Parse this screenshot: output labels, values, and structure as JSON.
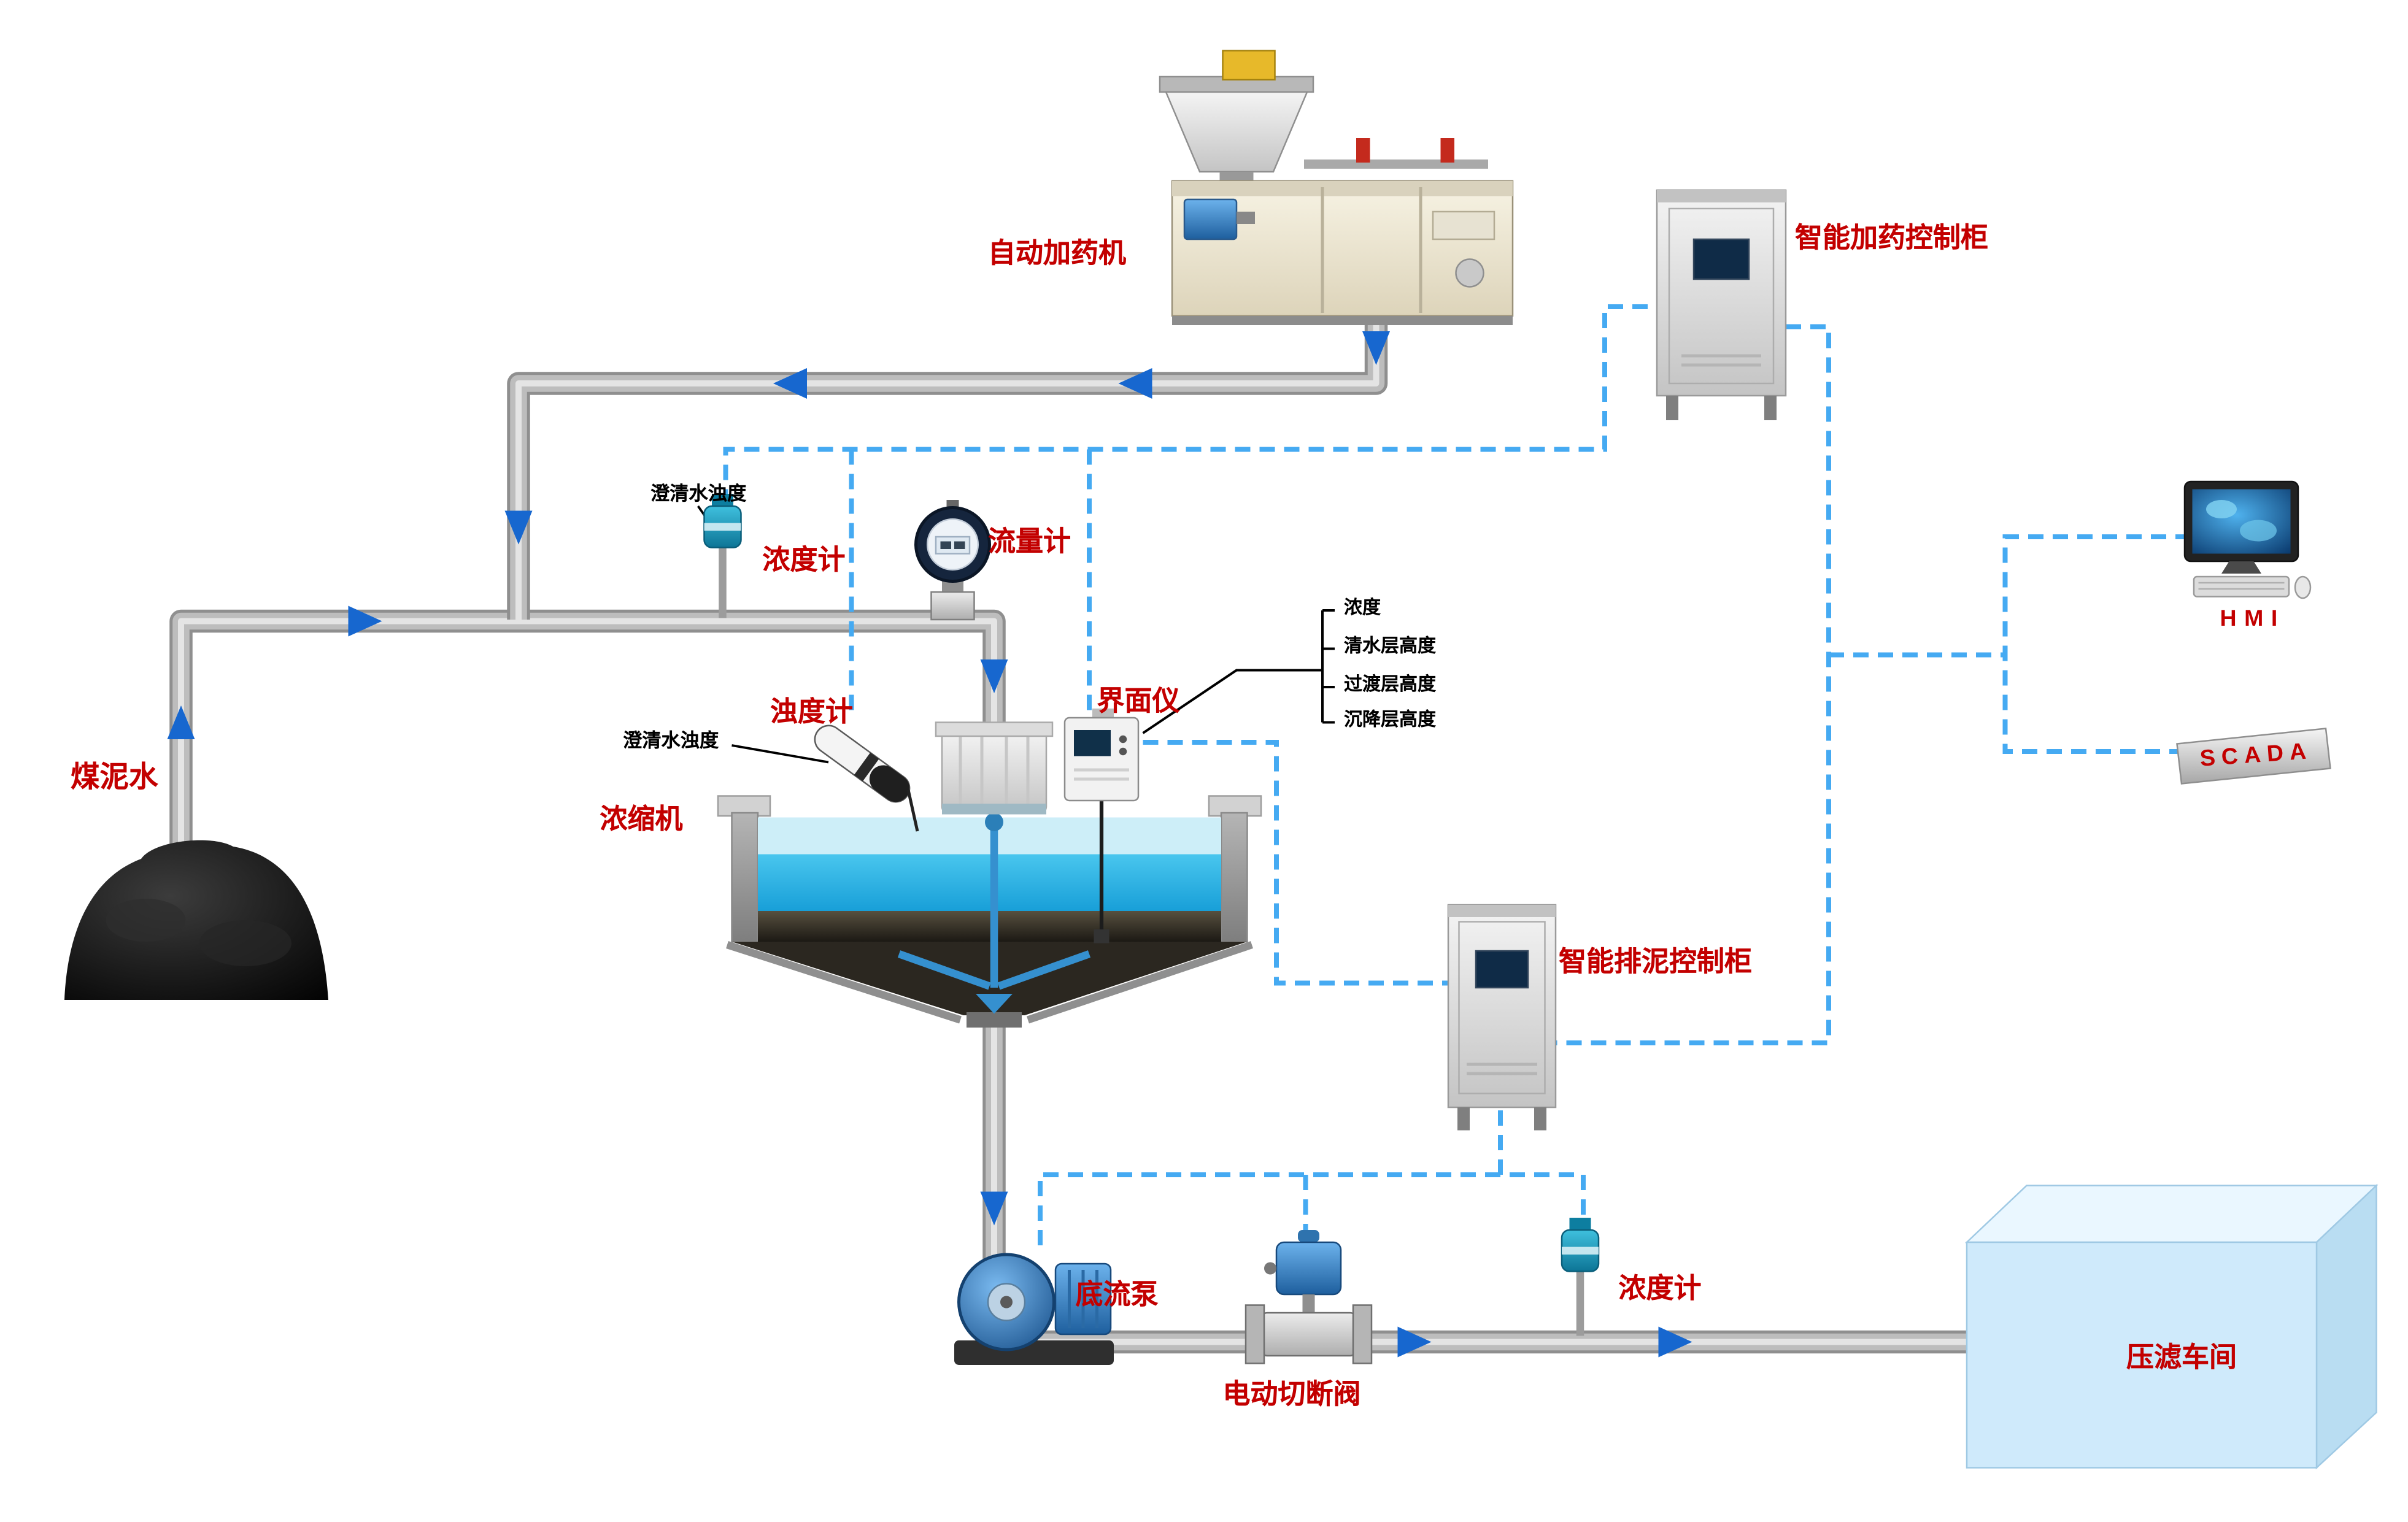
{
  "diagram": {
    "kind": "coal-slurry-water-treatment-process-flow",
    "background": "#ffffff"
  },
  "labels": {
    "dosing_machine": "自动加药机",
    "dosing_control_cabinet": "智能加药控制柜",
    "hmi": "HMI",
    "scada": "SCADA",
    "coal_slurry_water": "煤泥水",
    "clarified_water_turbidity_top": "澄清水浊度",
    "concentration_meter_top": "浓度计",
    "flow_meter": "流量计",
    "turbidity_meter": "浊度计",
    "clarified_water_turbidity_mid": "澄清水浊度",
    "interface_meter": "界面仪",
    "interface_readings": [
      "浓度",
      "清水层高度",
      "过渡层高度",
      "沉降层高度"
    ],
    "thickener": "浓缩机",
    "sludge_control_cabinet": "智能排泥控制柜",
    "underflow_pump": "底流泵",
    "electric_shutoff_valve": "电动切断阀",
    "concentration_meter_bottom": "浓度计",
    "filter_press_workshop": "压滤车间"
  },
  "colors": {
    "label_red": "#c30000",
    "flow_arrow_blue": "#1767cf",
    "signal_dashed_blue": "#45aaf2",
    "pipe_gray": "#bdbdbd",
    "water_cyan": "#27b2e5",
    "cabinet_steel": "#d9d9d9",
    "device_blue": "#2e77b8",
    "sensor_teal": "#1691b4",
    "filter_press_box": "#cfeafb",
    "machine_cream": "#efe9d8"
  }
}
